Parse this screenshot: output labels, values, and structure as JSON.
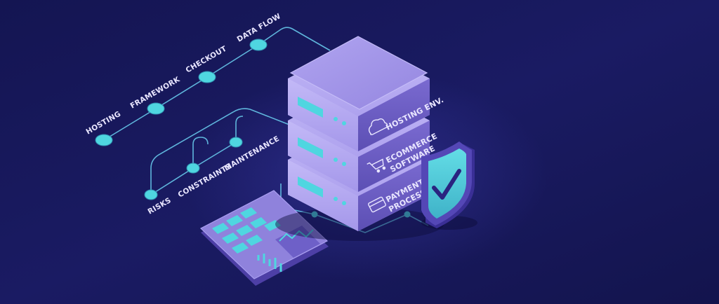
{
  "colors": {
    "background": "#16175a",
    "line": "#5fb6dc",
    "node": "#4fd6e0",
    "server_top": "#9d8fe6",
    "server_side": "#6a5cc4",
    "server_front": "#b7acf3",
    "shield": "#55d0dc",
    "label": "#e9e6ff"
  },
  "pipeline": {
    "nodes": [
      {
        "label": "HOSTING"
      },
      {
        "label": "FRAMEWORK"
      },
      {
        "label": "CHECKOUT"
      },
      {
        "label": "DATA FLOW"
      }
    ]
  },
  "considerations": {
    "nodes": [
      {
        "label": "RISKS"
      },
      {
        "label": "CONSTRAINTS"
      },
      {
        "label": "MAINTENANCE"
      }
    ]
  },
  "server": {
    "units": [
      {
        "label": "HOSTING ENV.",
        "icon": "cloud-icon"
      },
      {
        "label_line1": "ECOMMERCE",
        "label_line2": "SOFTWARE",
        "icon": "cart-icon"
      },
      {
        "label_line1": "PAYMENT",
        "label_line2": "PROCESSING",
        "icon": "credit-card-icon"
      }
    ]
  },
  "security": {
    "icon": "shield-check-icon"
  },
  "dashboard": {
    "icon": "dashboard-tablet-icon"
  }
}
